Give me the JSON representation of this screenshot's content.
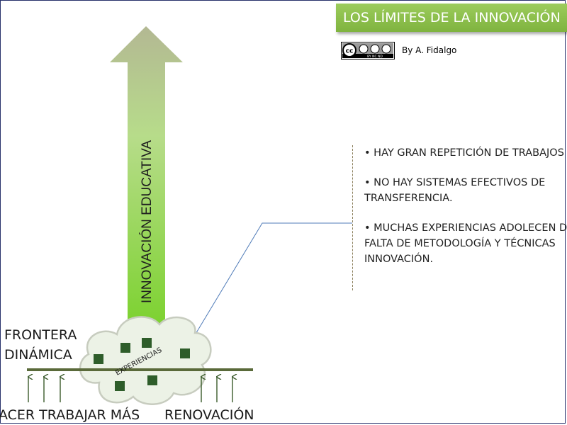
{
  "title": "LOS LÍMITES DE LA INNOVACIÓN",
  "license": {
    "icon": "creative-commons-by-nc-nd",
    "text": "BY NC ND"
  },
  "author": "By A. Fidalgo",
  "arrow_label": "INNOVACIÓN EDUCATIVA",
  "cloud_label": "EXPERIENCIAS",
  "frontier_label_line1": "FRONTERA",
  "frontier_label_line2": "DINÁMICA",
  "bottom_labels": {
    "left": "ACER TRABAJAR MÁS",
    "right": "RENOVACIÓN"
  },
  "bullets": [
    {
      "line1": "• HAY GRAN REPETICIÓN DE TRABAJOS",
      "line2": ""
    },
    {
      "line1": "• NO HAY SISTEMAS EFECTIVOS DE",
      "line2": "TRANSFERENCIA."
    },
    {
      "line1": "• MUCHAS EXPERIENCIAS ADOLECEN D",
      "line2": "FALTA DE METODOLOGÍA Y TÉCNICAS",
      "line3": "INNOVACIÓN."
    }
  ],
  "colors": {
    "title_bg": "#8cc04a",
    "arrow_top": "#aeb98a",
    "arrow_bottom": "#7fd12f",
    "square": "#2e5d2a",
    "line": "#5a6a3a",
    "connector": "#4f7bb8"
  }
}
